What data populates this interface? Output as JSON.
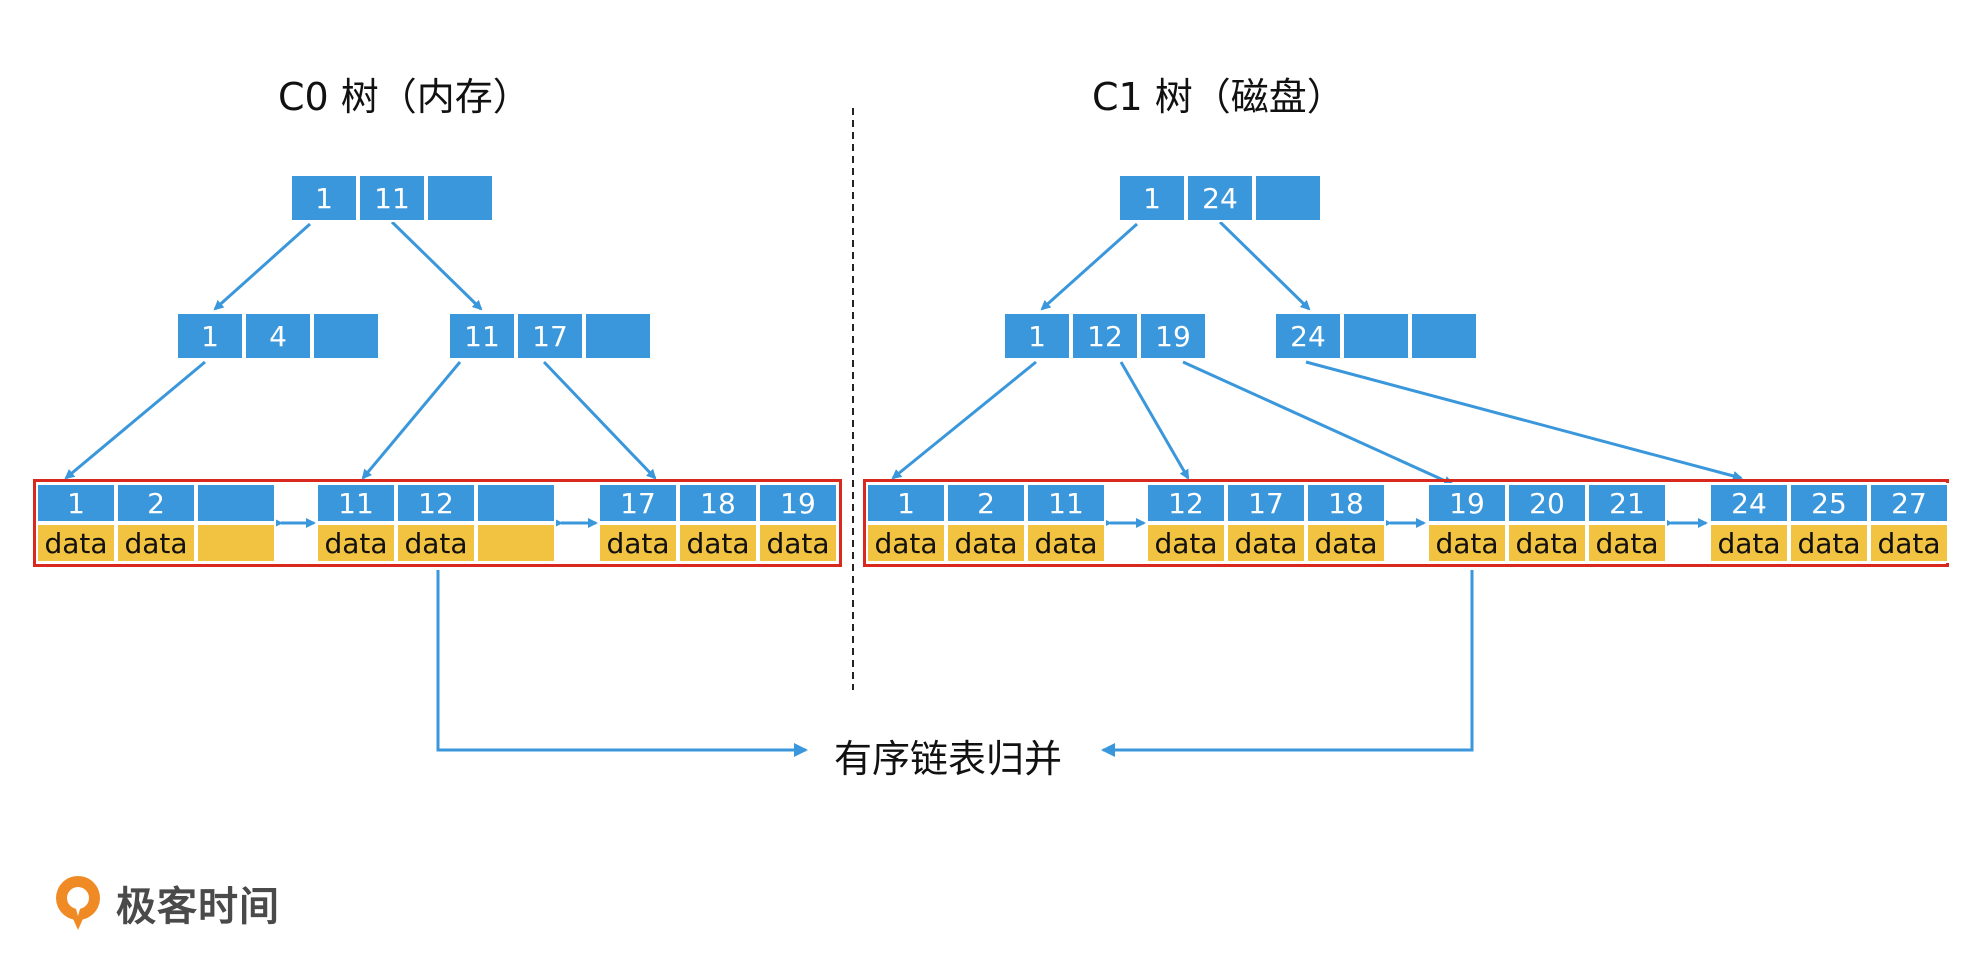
{
  "colors": {
    "key": "#3a97db",
    "data": "#f2c341",
    "frame": "#d9281e",
    "arrow": "#3a97db"
  },
  "c0": {
    "title": "C0 树（内存）",
    "root": [
      "1",
      "11",
      ""
    ],
    "internal": [
      [
        "1",
        "4",
        ""
      ],
      [
        "11",
        "17",
        ""
      ]
    ],
    "leaves": [
      {
        "keys": [
          "1",
          "2",
          ""
        ],
        "data": [
          "data",
          "data",
          ""
        ]
      },
      {
        "keys": [
          "11",
          "12",
          ""
        ],
        "data": [
          "data",
          "data",
          ""
        ]
      },
      {
        "keys": [
          "17",
          "18",
          "19"
        ],
        "data": [
          "data",
          "data",
          "data"
        ]
      }
    ]
  },
  "c1": {
    "title": "C1 树（磁盘）",
    "root": [
      "1",
      "24",
      ""
    ],
    "internal": [
      [
        "1",
        "12",
        "19"
      ],
      [
        "24",
        "",
        ""
      ]
    ],
    "leaves": [
      {
        "keys": [
          "1",
          "2",
          "11"
        ],
        "data": [
          "data",
          "data",
          "data"
        ]
      },
      {
        "keys": [
          "12",
          "17",
          "18"
        ],
        "data": [
          "data",
          "data",
          "data"
        ]
      },
      {
        "keys": [
          "19",
          "20",
          "21"
        ],
        "data": [
          "data",
          "data",
          "data"
        ]
      },
      {
        "keys": [
          "24",
          "25",
          "27"
        ],
        "data": [
          "data",
          "data",
          "data"
        ]
      }
    ]
  },
  "merge": {
    "label": "有序链表归并"
  },
  "logo": {
    "text": "极客时间",
    "icon": "geektime-logo-icon"
  }
}
